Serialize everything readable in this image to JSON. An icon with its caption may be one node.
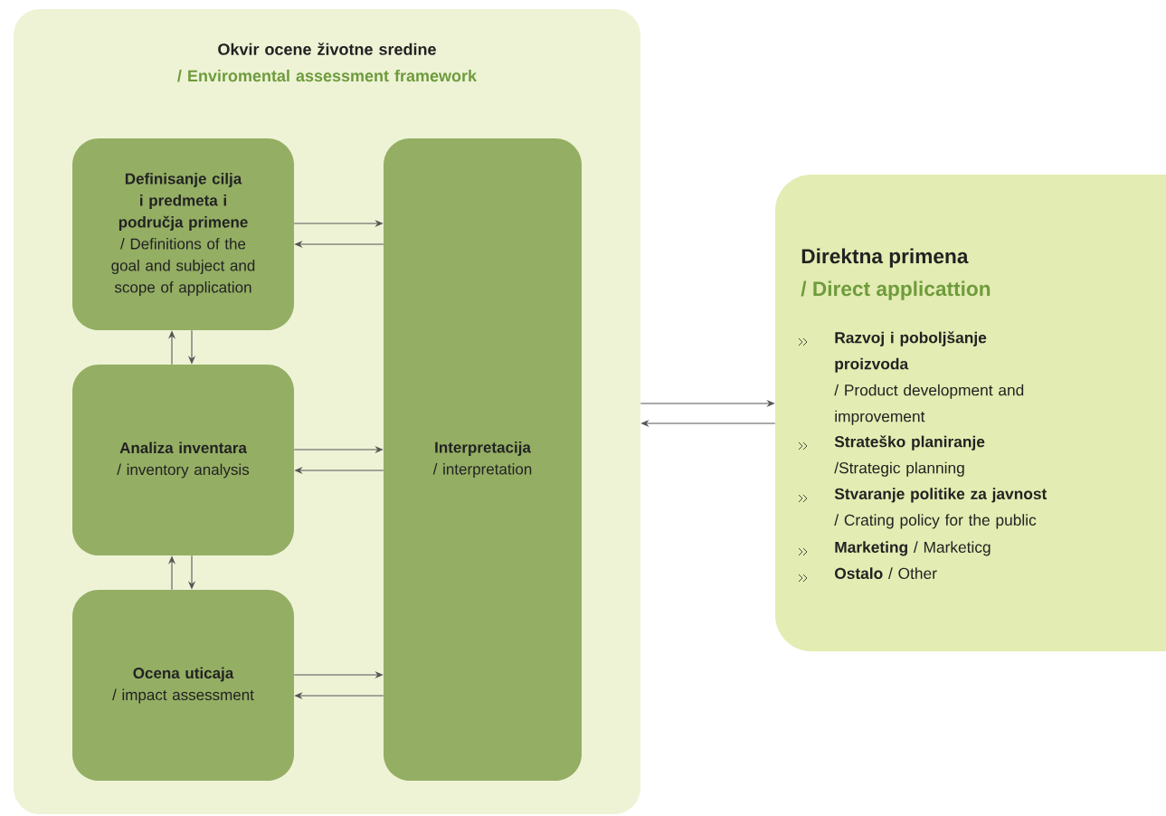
{
  "diagram": {
    "nodes": [
      {
        "text": [
          "Okvir ocene životne sredine",
          "/ Enviromental assessment framework"
        ]
      },
      {
        "text": [
          "Definisanje cilja i predmeta i područja primene",
          "/ Definitions of the goal and subject and scope of application"
        ],
        "in": 0
      },
      {
        "text": [
          "Analiza inventara",
          "/ inventory analysis"
        ],
        "in": 0
      },
      {
        "text": [
          "Ocena uticaja",
          "/ impact assessment"
        ],
        "in": 0
      },
      {
        "text": [
          "Interpretacija",
          "/ interpretation"
        ],
        "in": 0
      },
      {
        "text": [
          "Direktna primena",
          "/ Direct applicattion",
          "Razvoj i poboljšanje proizvoda",
          "/ Product development and improvement",
          "Strateško planiranje",
          "/Strategic planning",
          "Stvaranje politike za javnost",
          "/ Crating policy for the public",
          "Marketing",
          "/ Marketicg",
          "Ostalo",
          "/ Other"
        ]
      }
    ],
    "edges": [
      {
        "from": 1,
        "to": 4,
        "arrow": "to"
      },
      {
        "from": 4,
        "to": 1,
        "arrow": "to"
      },
      {
        "from": 2,
        "to": 1,
        "arrow": "to"
      },
      {
        "from": 1,
        "to": 2,
        "arrow": "to"
      },
      {
        "from": 2,
        "to": 4,
        "arrow": "to"
      },
      {
        "from": 4,
        "to": 2,
        "arrow": "to"
      },
      {
        "from": 3,
        "to": 2,
        "arrow": "to"
      },
      {
        "from": 2,
        "to": 3,
        "arrow": "to"
      },
      {
        "from": 3,
        "to": 4,
        "arrow": "to"
      },
      {
        "from": 4,
        "to": 3,
        "arrow": "to"
      },
      {
        "from": 0,
        "to": 5,
        "arrow": "to"
      },
      {
        "from": 5,
        "to": 0,
        "arrow": "to"
      }
    ]
  }
}
